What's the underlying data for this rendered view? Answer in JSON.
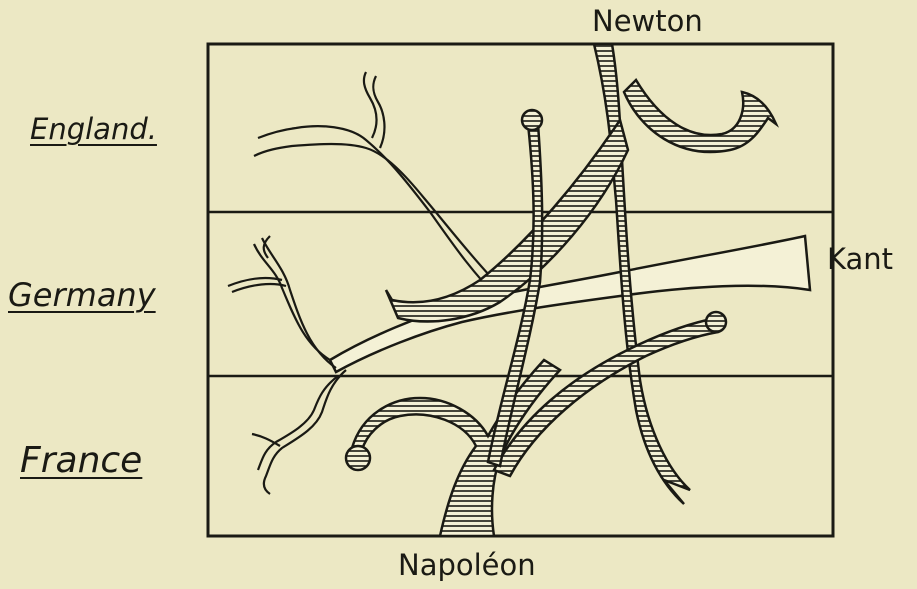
{
  "diagram": {
    "top_label": "Newton",
    "bottom_label": "Napoléon",
    "right_label": "Kant",
    "rows": [
      {
        "label": "England."
      },
      {
        "label": "Germany"
      },
      {
        "label": "France"
      }
    ],
    "colors": {
      "paper": "#ece8c4",
      "ink": "#1a1a14",
      "stream_fill": "#f4f1d6"
    }
  }
}
